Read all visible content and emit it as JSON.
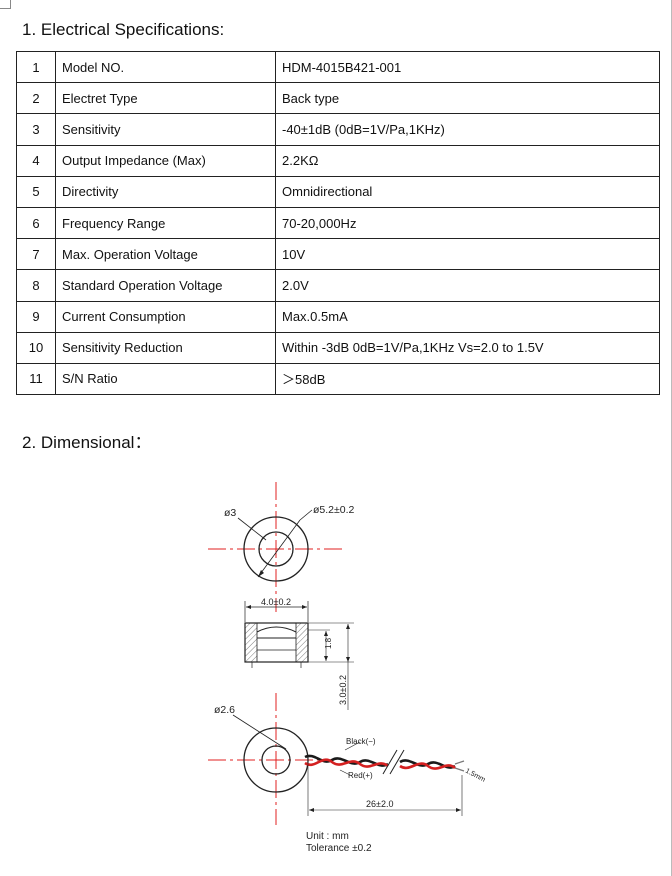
{
  "section1": {
    "title": "1. Electrical Specifications:"
  },
  "spec_rows": [
    {
      "no": "1",
      "item": "Model NO.",
      "value": "HDM-4015B421-001"
    },
    {
      "no": "2",
      "item": "Electret Type",
      "value": "Back type"
    },
    {
      "no": "3",
      "item": "Sensitivity",
      "value": "-40±1dB (0dB=1V/Pa,1KHz)"
    },
    {
      "no": "4",
      "item": "Output Impedance (Max)",
      "value": "2.2KΩ"
    },
    {
      "no": "5",
      "item": "Directivity",
      "value": "Omnidirectional"
    },
    {
      "no": "6",
      "item": "Frequency Range",
      "value": "70-20,000Hz"
    },
    {
      "no": "7",
      "item": "Max. Operation Voltage",
      "value": "10V"
    },
    {
      "no": "8",
      "item": "Standard Operation Voltage",
      "value": "2.0V"
    },
    {
      "no": "9",
      "item": "Current Consumption",
      "value": "Max.0.5mA"
    },
    {
      "no": "10",
      "item": "Sensitivity Reduction",
      "value": "Within -3dB    0dB=1V/Pa,1KHz    Vs=2.0 to 1.5V"
    },
    {
      "no": "11",
      "item": "S/N Ratio",
      "value": "＞58dB"
    }
  ],
  "section2": {
    "title": "2. Dimensional："
  },
  "drawing": {
    "dim_inner_diameter": "ø3",
    "dim_outer_diameter": "ø5.2±0.2",
    "dim_width": "4.0±0.2",
    "dim_inner_height": "1.8",
    "dim_height": "3.0±0.2",
    "dim_hole_diameter": "ø2.6",
    "wire_black_label": "Black(−)",
    "wire_red_label": "Red(+)",
    "strip_label": "1.5mm",
    "dim_wire_length": "26±2.0",
    "unit_text": "Unit : mm",
    "tolerance_text": "Tolerance ±0.2",
    "colors": {
      "centerline": "#e02020",
      "wire_red": "#d42020",
      "wire_black": "#1a1a1a"
    }
  }
}
